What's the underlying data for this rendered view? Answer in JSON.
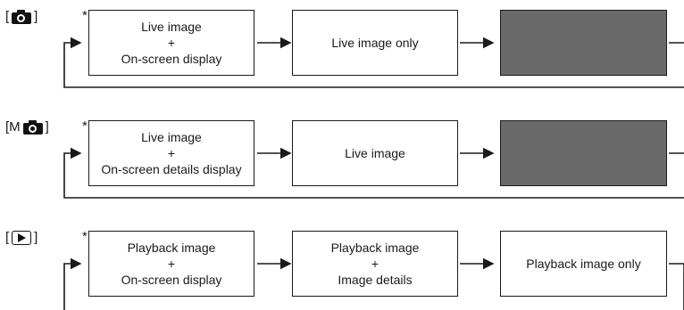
{
  "rows": [
    {
      "mode_icon": "camera-icon",
      "mode_prefix": "",
      "asterisk": "*",
      "box1": [
        "Live image",
        "+",
        "On-screen display"
      ],
      "box2": [
        "Live image only"
      ],
      "box3_fill": "#6a6a6a"
    },
    {
      "mode_icon": "camera-icon",
      "mode_prefix": "M",
      "asterisk": "*",
      "box1": [
        "Live image",
        "+",
        "On-screen details display"
      ],
      "box2": [
        "Live image"
      ],
      "box3_fill": "#6a6a6a"
    },
    {
      "mode_icon": "play-icon",
      "mode_prefix": "",
      "asterisk": "*",
      "box1": [
        "Playback image",
        "+",
        "On-screen display"
      ],
      "box2": [
        "Playback image",
        "+",
        "Image details"
      ],
      "box3": [
        "Playback image only"
      ]
    }
  ]
}
